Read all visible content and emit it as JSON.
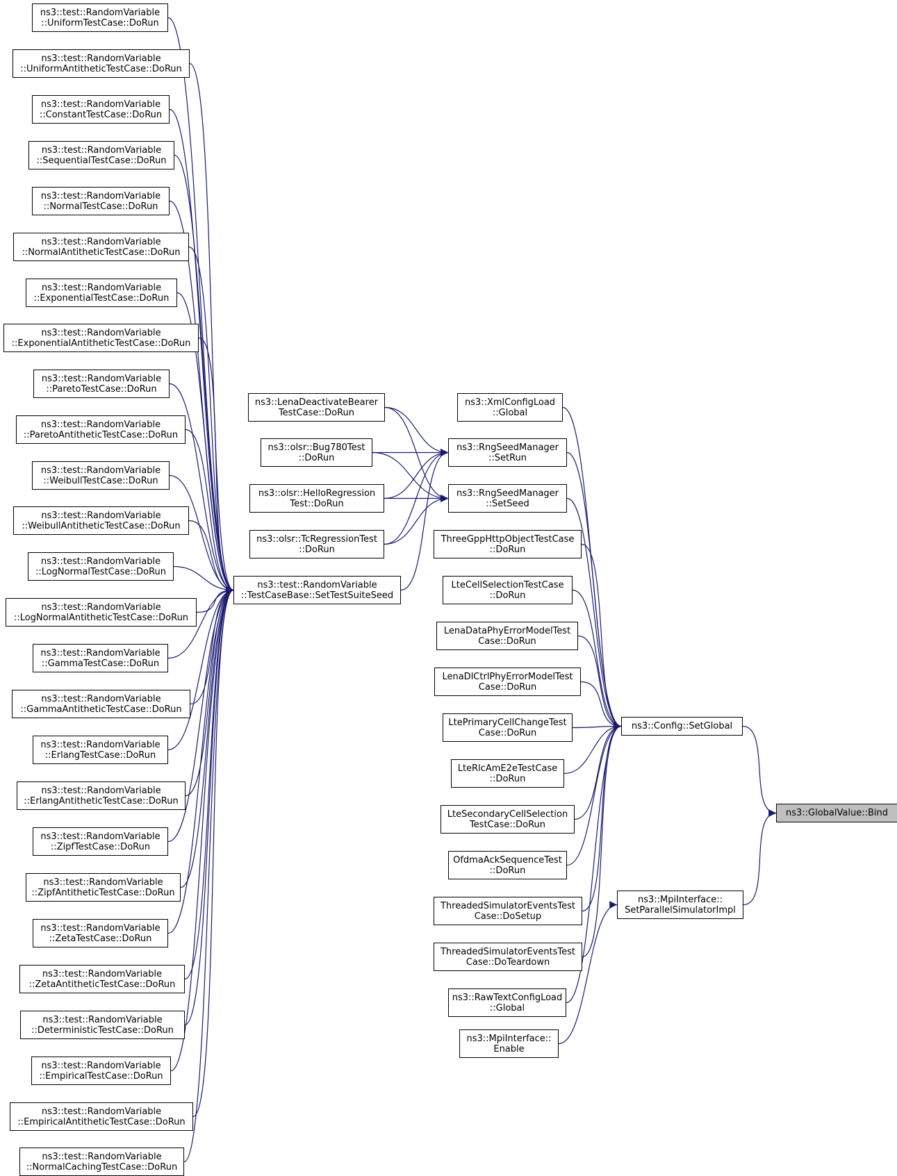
{
  "colors": {
    "edge": "#191970",
    "node_border": "#000000",
    "focus_fill": "#bfbfbf"
  },
  "nodes": [
    {
      "id": "bind",
      "lines": [
        "ns3::GlobalValue::Bind"
      ],
      "focus": true
    },
    {
      "id": "setglobal",
      "lines": [
        "ns3::Config::SetGlobal"
      ]
    },
    {
      "id": "mpiparallel",
      "lines": [
        "ns3::MpiInterface::",
        "SetParallelSimulatorImpl"
      ]
    },
    {
      "id": "mpienable",
      "lines": [
        "ns3::MpiInterface::",
        "Enable"
      ]
    },
    {
      "id": "xmlload",
      "lines": [
        "ns3::XmlConfigLoad",
        "::Global"
      ]
    },
    {
      "id": "setrun",
      "lines": [
        "ns3::RngSeedManager",
        "::SetRun"
      ]
    },
    {
      "id": "setseed",
      "lines": [
        "ns3::RngSeedManager",
        "::SetSeed"
      ]
    },
    {
      "id": "threegpp",
      "lines": [
        "ThreeGppHttpObjectTestCase",
        "::DoRun"
      ]
    },
    {
      "id": "ltecellsel",
      "lines": [
        "LteCellSelectionTestCase",
        "::DoRun"
      ]
    },
    {
      "id": "lenadataphy",
      "lines": [
        "LenaDataPhyErrorModelTest",
        "Case::DoRun"
      ]
    },
    {
      "id": "lenadlctrl",
      "lines": [
        "LenaDlCtrlPhyErrorModelTest",
        "Case::DoRun"
      ]
    },
    {
      "id": "lteprimary",
      "lines": [
        "LtePrimaryCellChangeTest",
        "Case::DoRun"
      ]
    },
    {
      "id": "lterlcam",
      "lines": [
        "LteRlcAmE2eTestCase",
        "::DoRun"
      ]
    },
    {
      "id": "ltesecondary",
      "lines": [
        "LteSecondaryCellSelection",
        "TestCase::DoRun"
      ]
    },
    {
      "id": "ofdma",
      "lines": [
        "OfdmaAckSequenceTest",
        "::DoRun"
      ]
    },
    {
      "id": "threadedsetup",
      "lines": [
        "ThreadedSimulatorEventsTest",
        "Case::DoSetup"
      ]
    },
    {
      "id": "threadedteardown",
      "lines": [
        "ThreadedSimulatorEventsTest",
        "Case::DoTeardown"
      ]
    },
    {
      "id": "rawtext",
      "lines": [
        "ns3::RawTextConfigLoad",
        "::Global"
      ]
    },
    {
      "id": "lenadeact",
      "lines": [
        "ns3::LenaDeactivateBearer",
        "TestCase::DoRun"
      ]
    },
    {
      "id": "olsrbug",
      "lines": [
        "ns3::olsr::Bug780Test",
        "::DoRun"
      ]
    },
    {
      "id": "olsrhello",
      "lines": [
        "ns3::olsr::HelloRegression",
        "Test::DoRun"
      ]
    },
    {
      "id": "olsrtc",
      "lines": [
        "ns3::olsr::TcRegressionTest",
        "::DoRun"
      ]
    },
    {
      "id": "settestsuite",
      "lines": [
        "ns3::test::RandomVariable",
        "::TestCaseBase::SetTestSuiteSeed"
      ]
    },
    {
      "id": "uniform",
      "lines": [
        "ns3::test::RandomVariable",
        "::UniformTestCase::DoRun"
      ]
    },
    {
      "id": "uniformanti",
      "lines": [
        "ns3::test::RandomVariable",
        "::UniformAntitheticTestCase::DoRun"
      ]
    },
    {
      "id": "constant",
      "lines": [
        "ns3::test::RandomVariable",
        "::ConstantTestCase::DoRun"
      ]
    },
    {
      "id": "sequential",
      "lines": [
        "ns3::test::RandomVariable",
        "::SequentialTestCase::DoRun"
      ]
    },
    {
      "id": "normal",
      "lines": [
        "ns3::test::RandomVariable",
        "::NormalTestCase::DoRun"
      ]
    },
    {
      "id": "normalanti",
      "lines": [
        "ns3::test::RandomVariable",
        "::NormalAntitheticTestCase::DoRun"
      ]
    },
    {
      "id": "exponential",
      "lines": [
        "ns3::test::RandomVariable",
        "::ExponentialTestCase::DoRun"
      ]
    },
    {
      "id": "exponentialanti",
      "lines": [
        "ns3::test::RandomVariable",
        "::ExponentialAntitheticTestCase::DoRun"
      ]
    },
    {
      "id": "pareto",
      "lines": [
        "ns3::test::RandomVariable",
        "::ParetoTestCase::DoRun"
      ]
    },
    {
      "id": "paretoanti",
      "lines": [
        "ns3::test::RandomVariable",
        "::ParetoAntitheticTestCase::DoRun"
      ]
    },
    {
      "id": "weibull",
      "lines": [
        "ns3::test::RandomVariable",
        "::WeibullTestCase::DoRun"
      ]
    },
    {
      "id": "weibullanti",
      "lines": [
        "ns3::test::RandomVariable",
        "::WeibullAntitheticTestCase::DoRun"
      ]
    },
    {
      "id": "lognormal",
      "lines": [
        "ns3::test::RandomVariable",
        "::LogNormalTestCase::DoRun"
      ]
    },
    {
      "id": "lognormalanti",
      "lines": [
        "ns3::test::RandomVariable",
        "::LogNormalAntitheticTestCase::DoRun"
      ]
    },
    {
      "id": "gamma",
      "lines": [
        "ns3::test::RandomVariable",
        "::GammaTestCase::DoRun"
      ]
    },
    {
      "id": "gammaanti",
      "lines": [
        "ns3::test::RandomVariable",
        "::GammaAntitheticTestCase::DoRun"
      ]
    },
    {
      "id": "erlang",
      "lines": [
        "ns3::test::RandomVariable",
        "::ErlangTestCase::DoRun"
      ]
    },
    {
      "id": "erlanganti",
      "lines": [
        "ns3::test::RandomVariable",
        "::ErlangAntitheticTestCase::DoRun"
      ]
    },
    {
      "id": "zipf",
      "lines": [
        "ns3::test::RandomVariable",
        "::ZipfTestCase::DoRun"
      ]
    },
    {
      "id": "zipfanti",
      "lines": [
        "ns3::test::RandomVariable",
        "::ZipfAntitheticTestCase::DoRun"
      ]
    },
    {
      "id": "zeta",
      "lines": [
        "ns3::test::RandomVariable",
        "::ZetaTestCase::DoRun"
      ]
    },
    {
      "id": "zetaanti",
      "lines": [
        "ns3::test::RandomVariable",
        "::ZetaAntitheticTestCase::DoRun"
      ]
    },
    {
      "id": "deterministic",
      "lines": [
        "ns3::test::RandomVariable",
        "::DeterministicTestCase::DoRun"
      ]
    },
    {
      "id": "empirical",
      "lines": [
        "ns3::test::RandomVariable",
        "::EmpiricalTestCase::DoRun"
      ]
    },
    {
      "id": "empiricalanti",
      "lines": [
        "ns3::test::RandomVariable",
        "::EmpiricalAntitheticTestCase::DoRun"
      ]
    },
    {
      "id": "normalcaching",
      "lines": [
        "ns3::test::RandomVariable",
        "::NormalCachingTestCase::DoRun"
      ]
    }
  ],
  "edges": [
    {
      "from": "setglobal",
      "to": "bind"
    },
    {
      "from": "mpiparallel",
      "to": "bind"
    },
    {
      "from": "mpienable",
      "to": "mpiparallel"
    },
    {
      "from": "xmlload",
      "to": "setglobal"
    },
    {
      "from": "setrun",
      "to": "setglobal"
    },
    {
      "from": "setseed",
      "to": "setglobal"
    },
    {
      "from": "threegpp",
      "to": "setglobal"
    },
    {
      "from": "ltecellsel",
      "to": "setglobal"
    },
    {
      "from": "lenadataphy",
      "to": "setglobal"
    },
    {
      "from": "lenadlctrl",
      "to": "setglobal"
    },
    {
      "from": "lteprimary",
      "to": "setglobal"
    },
    {
      "from": "lterlcam",
      "to": "setglobal"
    },
    {
      "from": "ltesecondary",
      "to": "setglobal"
    },
    {
      "from": "ofdma",
      "to": "setglobal"
    },
    {
      "from": "threadedsetup",
      "to": "setglobal"
    },
    {
      "from": "threadedteardown",
      "to": "setglobal"
    },
    {
      "from": "rawtext",
      "to": "setglobal"
    },
    {
      "from": "lenadeact",
      "to": "setrun"
    },
    {
      "from": "lenadeact",
      "to": "setseed"
    },
    {
      "from": "olsrbug",
      "to": "setrun"
    },
    {
      "from": "olsrbug",
      "to": "setseed"
    },
    {
      "from": "olsrhello",
      "to": "setrun"
    },
    {
      "from": "olsrhello",
      "to": "setseed"
    },
    {
      "from": "olsrtc",
      "to": "setrun"
    },
    {
      "from": "olsrtc",
      "to": "setseed"
    },
    {
      "from": "settestsuite",
      "to": "setrun"
    },
    {
      "from": "uniform",
      "to": "settestsuite"
    },
    {
      "from": "uniformanti",
      "to": "settestsuite"
    },
    {
      "from": "constant",
      "to": "settestsuite"
    },
    {
      "from": "sequential",
      "to": "settestsuite"
    },
    {
      "from": "normal",
      "to": "settestsuite"
    },
    {
      "from": "normalanti",
      "to": "settestsuite"
    },
    {
      "from": "exponential",
      "to": "settestsuite"
    },
    {
      "from": "exponentialanti",
      "to": "settestsuite"
    },
    {
      "from": "pareto",
      "to": "settestsuite"
    },
    {
      "from": "paretoanti",
      "to": "settestsuite"
    },
    {
      "from": "weibull",
      "to": "settestsuite"
    },
    {
      "from": "weibullanti",
      "to": "settestsuite"
    },
    {
      "from": "lognormal",
      "to": "settestsuite"
    },
    {
      "from": "lognormalanti",
      "to": "settestsuite"
    },
    {
      "from": "gamma",
      "to": "settestsuite"
    },
    {
      "from": "gammaanti",
      "to": "settestsuite"
    },
    {
      "from": "erlang",
      "to": "settestsuite"
    },
    {
      "from": "erlanganti",
      "to": "settestsuite"
    },
    {
      "from": "zipf",
      "to": "settestsuite"
    },
    {
      "from": "zipfanti",
      "to": "settestsuite"
    },
    {
      "from": "zeta",
      "to": "settestsuite"
    },
    {
      "from": "zetaanti",
      "to": "settestsuite"
    },
    {
      "from": "deterministic",
      "to": "settestsuite"
    },
    {
      "from": "empirical",
      "to": "settestsuite"
    },
    {
      "from": "empiricalanti",
      "to": "settestsuite"
    },
    {
      "from": "normalcaching",
      "to": "settestsuite"
    }
  ]
}
